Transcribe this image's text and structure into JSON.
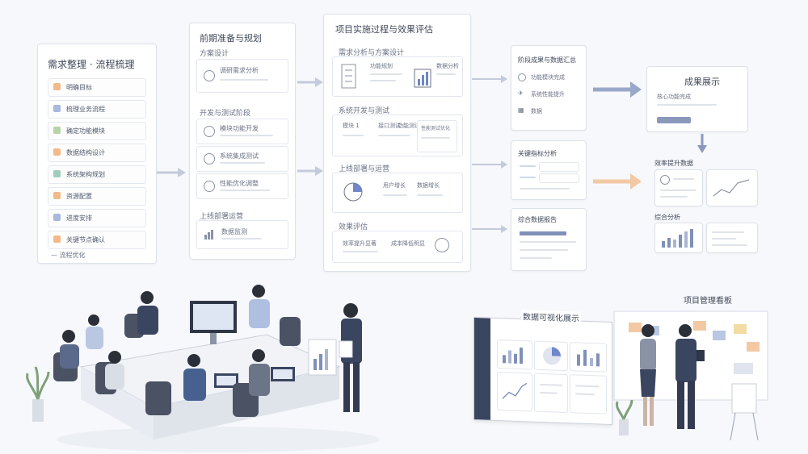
{
  "col1": {
    "title": "需求整理 · 流程梳理",
    "items": [
      "明确目标",
      "梳理业务流程",
      "确定功能模块",
      "数据结构设计",
      "系统架构规划",
      "资源配置",
      "进度安排",
      "关键节点确认"
    ],
    "footer": "— 流程优化"
  },
  "col2": {
    "title": "前期准备与规划",
    "sec1": "方案设计",
    "sec1_items": [
      "调研需求分析"
    ],
    "sec2": "开发与测试阶段",
    "sec2_items": [
      "模块功能开发",
      "系统集成测试",
      "性能优化调整"
    ],
    "sec3": "上线部署运营",
    "sec3_items": [
      "数据监测"
    ]
  },
  "col3": {
    "title": "项目实施过程与效果评估",
    "sec1": "需求分析与方案设计",
    "sec1_labels": [
      "功能规划",
      "数据分析"
    ],
    "sec2": "系统开发与测试",
    "sec2_labels": [
      "模块 1",
      "接口测试",
      "功能测试",
      "性能测试优化"
    ],
    "sec3": "上线部署与运营",
    "sec3_labels": [
      "用户增长",
      "数据增长"
    ],
    "sec4": "效果评估",
    "sec4_labels": [
      "效率提升显著",
      "成本降低明显"
    ]
  },
  "col4": {
    "card1_title": "阶段成果与数据汇总",
    "card1_items": [
      "功能模块完成",
      "系统性能提升",
      "数据"
    ],
    "card2_title": "关键指标分析",
    "card3_title": "综合数据报告"
  },
  "col5": {
    "card1_title": "成果展示",
    "card1_text": "核心功能完成",
    "row2_label": "效率提升数据",
    "row3_label": "综合分析"
  },
  "scene": {
    "screen_title": "数据可视化展示",
    "board_title": "项目管理看板"
  },
  "colors": {
    "accent_orange": "#f3b98a",
    "accent_blue": "#6f86c8",
    "arrow_gray": "#c3cadb",
    "suit_navy": "#3a4560"
  }
}
